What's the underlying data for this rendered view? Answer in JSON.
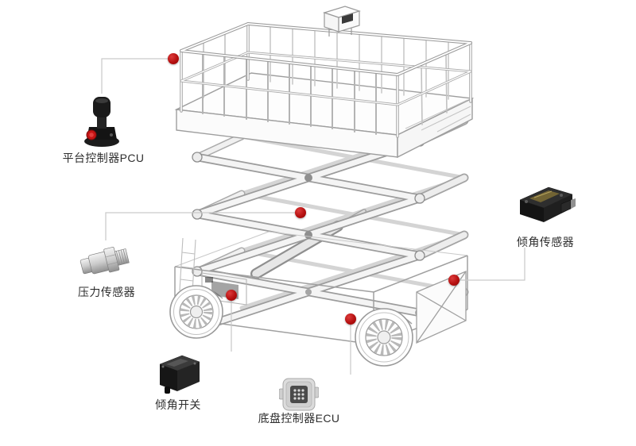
{
  "diagram": {
    "components": [
      {
        "id": "platform-pcu",
        "label": "平台控制器PCU",
        "icon": "joystick-controller-icon"
      },
      {
        "id": "pressure-sensor",
        "label": "压力传感器",
        "icon": "pressure-sensor-icon"
      },
      {
        "id": "tilt-switch",
        "label": "倾角开关",
        "icon": "tilt-switch-icon"
      },
      {
        "id": "chassis-ecu",
        "label": "底盘控制器ECU",
        "icon": "ecu-module-icon"
      },
      {
        "id": "tilt-sensor",
        "label": "倾角传感器",
        "icon": "tilt-sensor-icon"
      }
    ],
    "colors": {
      "marker_red": "#b51010",
      "callout_line": "#c9c9c9",
      "wireframe": "#a8a8a8",
      "background": "#ffffff",
      "label_text": "#2e2e2e"
    }
  }
}
